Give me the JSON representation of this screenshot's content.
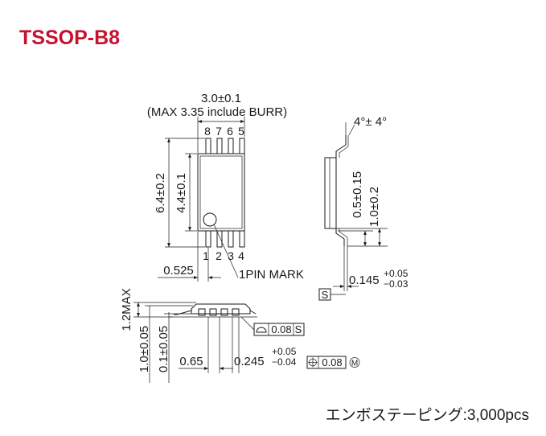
{
  "title": "TSSOP-B8",
  "top_view": {
    "width_dim": "3.0±0.1",
    "width_note": "(MAX 3.35 include BURR)",
    "pins_top": [
      "8",
      "7",
      "6",
      "5"
    ],
    "pins_bottom": [
      "1",
      "2",
      "3",
      "4"
    ],
    "height_outer_dim": "6.4±0.2",
    "height_body_dim": "4.4±0.1",
    "pin_offset_dim": "0.525",
    "pin1_mark_label": "1PIN MARK"
  },
  "side_view": {
    "angle_dim": "4°± 4°",
    "lead_length_dim": "0.5±0.15",
    "lead_total_dim": "1.0±0.2",
    "thickness_dim": "0.145",
    "thickness_tol_plus": "+0.05",
    "thickness_tol_minus": "−0.03",
    "datum_label": "S"
  },
  "front_view": {
    "max_height_dim": "1.2MAX",
    "body_height_dim": "1.0±0.05",
    "standoff_dim": "0.1±0.05",
    "pitch_dim": "0.65",
    "lead_width_dim": "0.245",
    "lead_width_tol_plus": "+0.05",
    "lead_width_tol_minus": "−0.04",
    "flatness_value": "0.08",
    "flatness_datum": "S",
    "position_value": "0.08",
    "position_modifier": "M"
  },
  "footer_note": "エンボステーピング:3,000pcs",
  "colors": {
    "title": "#c8102e",
    "line": "#1a1a1a"
  }
}
